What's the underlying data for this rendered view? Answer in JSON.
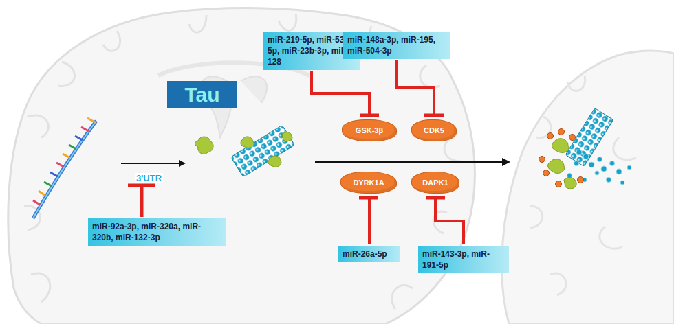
{
  "diagram": {
    "nodes": [
      {
        "text": [
          "Tau"
        ]
      },
      {
        "text": [
          "miR-92a-3p, miR-320a, miR-320b, miR-132-3p"
        ]
      },
      {
        "text": [
          "miR-219-5p, miR-539-5p, miR-23b-3p, miR-128"
        ]
      },
      {
        "text": [
          "miR-148a-3p, miR-195, miR-504-3p"
        ]
      },
      {
        "text": [
          "GSK-3β"
        ]
      },
      {
        "text": [
          "CDK5"
        ]
      },
      {
        "text": [
          "DYRK1A"
        ]
      },
      {
        "text": [
          "DAPK1"
        ]
      },
      {
        "text": [
          "miR-26a-5p"
        ]
      },
      {
        "text": [
          "miR-143-3p, miR-191-5p"
        ]
      }
    ],
    "edges": [
      {
        "from": 2,
        "to": 4,
        "arrow": "to"
      },
      {
        "from": 3,
        "to": 5,
        "arrow": "to"
      },
      {
        "from": 8,
        "to": 6,
        "arrow": "to"
      },
      {
        "from": 9,
        "to": 7,
        "arrow": "to"
      }
    ],
    "labels": [
      "3'UTR"
    ]
  }
}
